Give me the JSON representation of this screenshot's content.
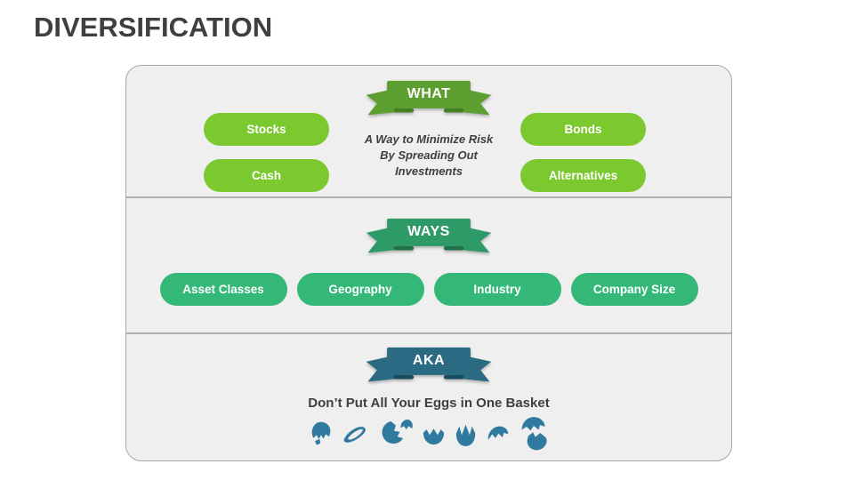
{
  "slide": {
    "title": "DIVERSIFICATION"
  },
  "colors": {
    "pill_bright_green": "#7CC82F",
    "pill_sea_green": "#34B878",
    "ribbon_green": "#5C9E30",
    "ribbon_sea_green": "#2E9A67",
    "ribbon_teal": "#2A6A82",
    "egg_teal": "#30799F",
    "text_dark": "#3F3F3F",
    "panel_background": "#EFEFEF",
    "panel_border": "#A9A7A9"
  },
  "sections": {
    "what": {
      "ribbon_label": "WHAT",
      "left_pills": [
        "Stocks",
        "Cash"
      ],
      "right_pills": [
        "Bonds",
        "Alternatives"
      ],
      "tagline_lines": [
        "A Way to Minimize Risk",
        "By Spreading Out",
        "Investments"
      ]
    },
    "ways": {
      "ribbon_label": "WAYS",
      "pills": [
        "Asset Classes",
        "Geography",
        "Industry",
        "Company Size"
      ]
    },
    "aka": {
      "ribbon_label": "AKA",
      "caption": "Don’t Put All Your Eggs in One Basket",
      "icons": [
        "cracked-egg-top",
        "eggshell-fragment",
        "hatched-egg-two-pieces",
        "eggshell-cup",
        "eggshell-cup-jagged",
        "eggshell-cap",
        "cracked-egg-halves"
      ]
    }
  }
}
